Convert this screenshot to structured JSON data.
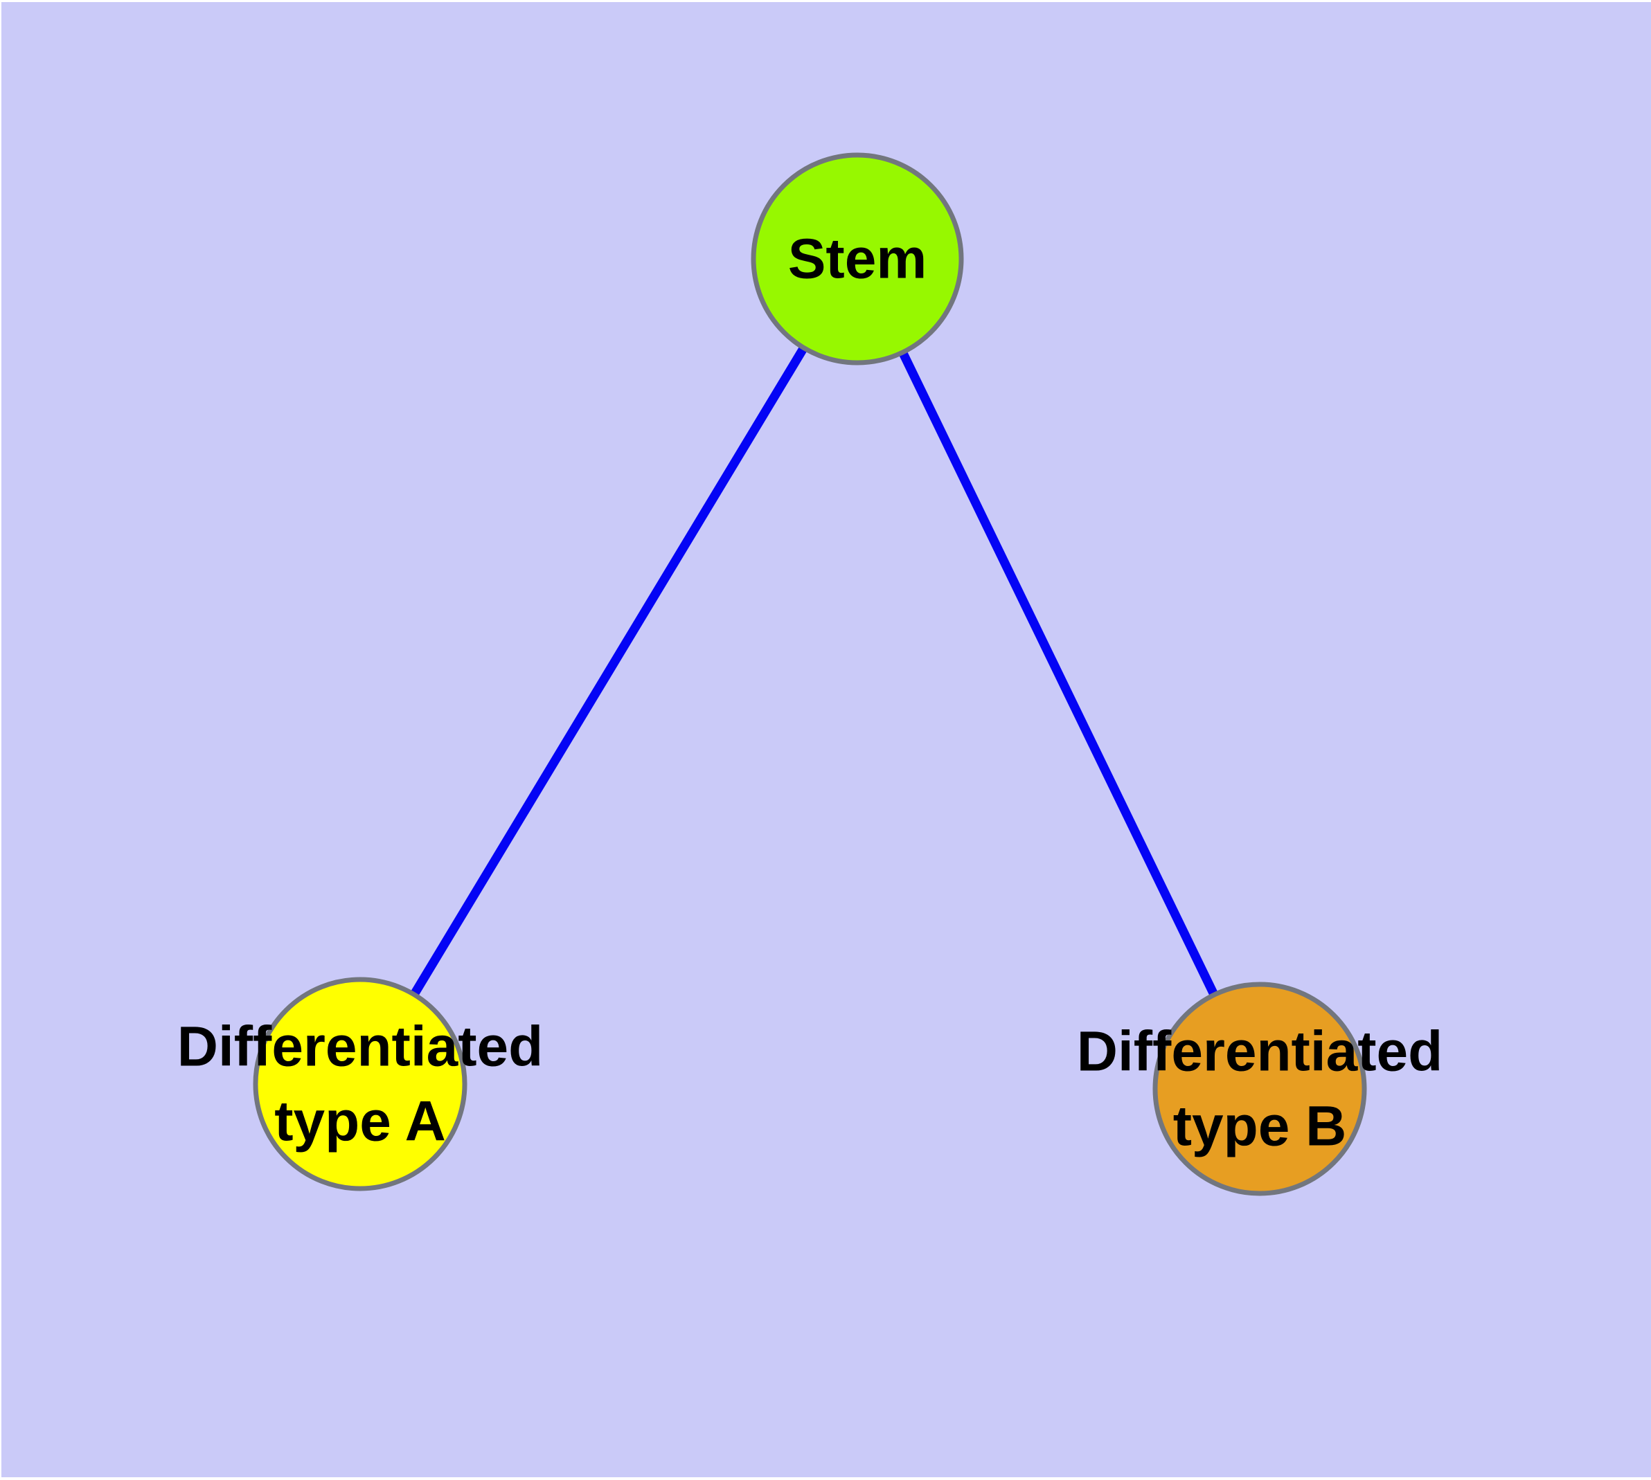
{
  "diagram": {
    "type": "node-link-tree",
    "background_color": "#CACAF8",
    "edge_color": "#0404F5",
    "node_border_color": "#72767E",
    "label_color": "#000000",
    "nodes": [
      {
        "id": "stem",
        "lines": [
          "Stem"
        ],
        "fill": "#97F800"
      },
      {
        "id": "differentiated-type-a",
        "lines": [
          "Differentiated",
          "type A"
        ],
        "fill": "#FFFF00"
      },
      {
        "id": "differentiated-type-b",
        "lines": [
          "Differentiated",
          "type B"
        ],
        "fill": "#E79E22"
      }
    ],
    "edges": [
      {
        "from": "stem",
        "to": "differentiated-type-a"
      },
      {
        "from": "stem",
        "to": "differentiated-type-b"
      }
    ]
  }
}
